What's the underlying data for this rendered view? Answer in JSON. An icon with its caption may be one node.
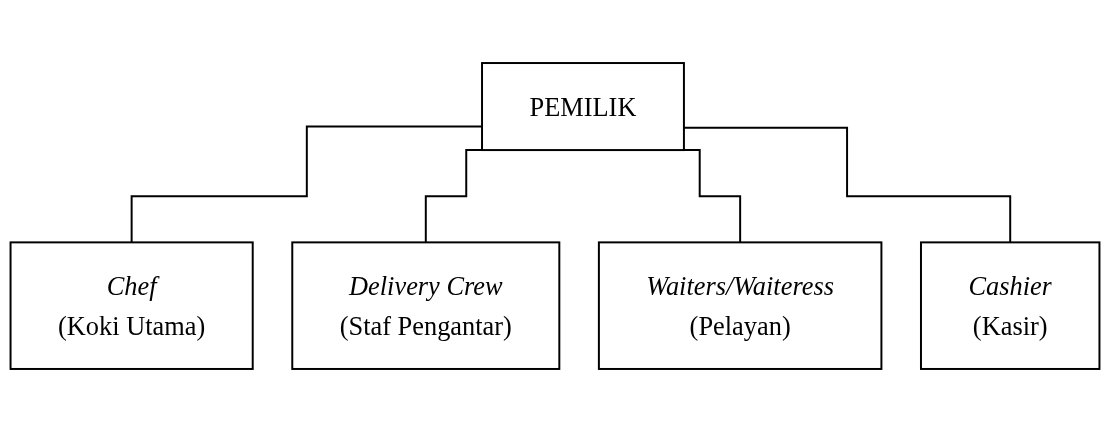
{
  "diagram": {
    "nodes": [
      {
        "text": [
          "PEMILIK"
        ]
      },
      {
        "text": [
          "Chef",
          "(Koki Utama)"
        ]
      },
      {
        "text": [
          "Delivery Crew",
          "(Staf Pengantar)"
        ]
      },
      {
        "text": [
          "Waiters/Waiteress",
          "(Pelayan)"
        ]
      },
      {
        "text": [
          "Cashier",
          "(Kasir)"
        ]
      }
    ],
    "edges": [
      {
        "from": 0,
        "to": 1,
        "arrow": "none"
      },
      {
        "from": 0,
        "to": 2,
        "arrow": "none"
      },
      {
        "from": 0,
        "to": 3,
        "arrow": "none"
      },
      {
        "from": 0,
        "to": 4,
        "arrow": "none"
      }
    ]
  }
}
